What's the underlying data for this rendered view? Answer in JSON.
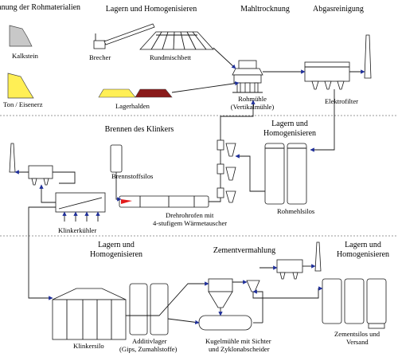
{
  "sections": {
    "raw_materials": "Gewinnung der Rohmaterialien",
    "storage_top": "Lagern und Homogenisieren",
    "grinding": "Mahltrocknung",
    "exhaust": "Abgasreinigung",
    "burning": "Brennen des Klinkers",
    "storage_mid_1": "Lagern und",
    "storage_mid_2": "Homogenisieren",
    "storage_bot_left_1": "Lagern und",
    "storage_bot_left_2": "Homogenisieren",
    "cement_grinding": "Zementvermahlung",
    "storage_bot_right_1": "Lagern und",
    "storage_bot_right_2": "Homogenisieren"
  },
  "labels": {
    "limestone": "Kalkstein",
    "clay": "Ton / Eisenerz",
    "crusher": "Brecher",
    "round_bed": "Rundmischbett",
    "stockpiles": "Lagerhalden",
    "raw_mill_1": "Rohmühle",
    "raw_mill_2": "(Vertikalmühle)",
    "electrofilter": "Elektrofilter",
    "fuel_silos": "Brennstoffsilos",
    "kiln_1": "Drehrohrofen mit",
    "kiln_2": "4-stufigem Wärmetauscher",
    "clinker_cooler": "Klinkerkühler",
    "raw_meal_silos": "Rohmehlsilos",
    "clinker_silo": "Klinkersilo",
    "additive_1": "Additivlager",
    "additive_2": "(Gips, Zumahlstoffe)",
    "ball_mill_1": "Kugelmühle mit Sichter",
    "ball_mill_2": "und Zyklonabscheider",
    "cement_silos_1": "Zementsilos und",
    "cement_silos_2": "Versand"
  },
  "colors": {
    "limestone": "#c8c8c8",
    "clay": "#ffef55",
    "stockpile_yellow": "#ffef55",
    "stockpile_red": "#8a1a1a",
    "arrow": "#1f2f9a",
    "flame": "#e21b1b"
  }
}
